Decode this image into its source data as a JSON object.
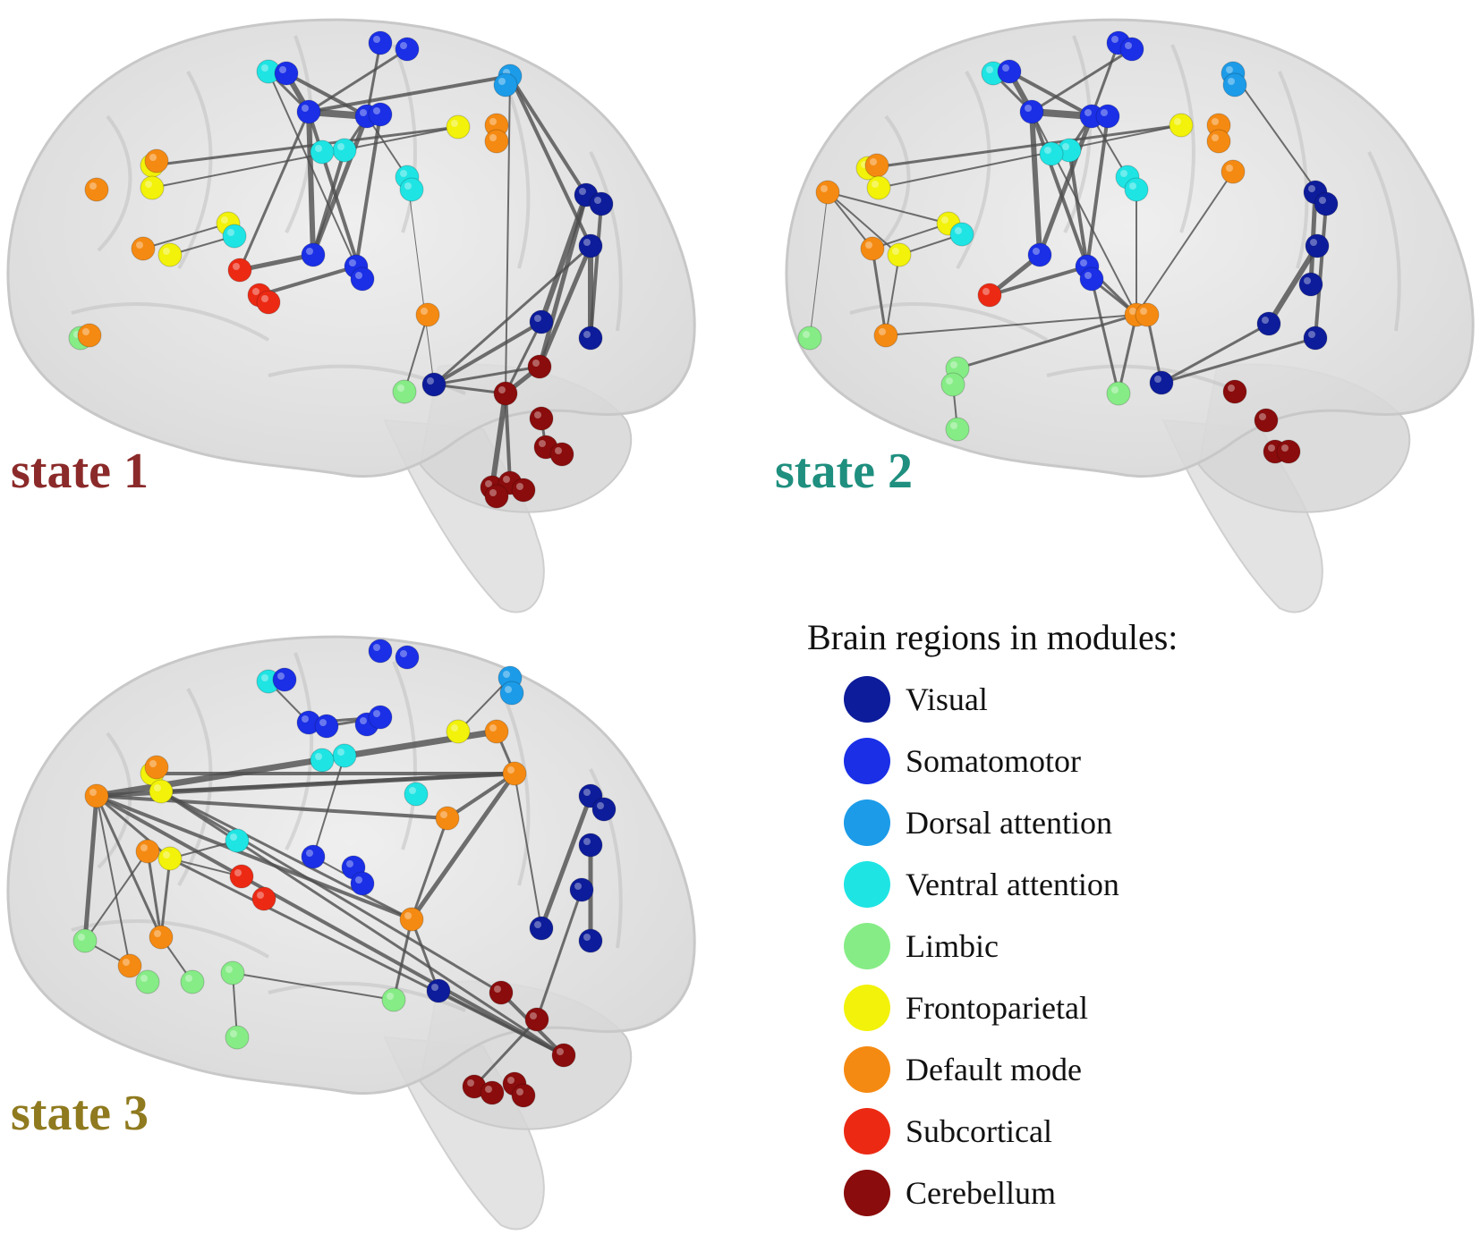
{
  "module_colors": {
    "Visual": "#0d1c9a",
    "Somatomotor": "#1a2fe6",
    "Dorsal attention": "#1c9be8",
    "Ventral attention": "#1fe4e4",
    "Limbic": "#86ec86",
    "Frontoparietal": "#f2f20a",
    "Default mode": "#f58a12",
    "Subcortical": "#ec2a14",
    "Cerebellum": "#8a0c0c"
  },
  "panels": [
    {
      "label": "state 1",
      "label_color": "#8b2a2a"
    },
    {
      "label": "state 2",
      "label_color": "#1f8f7f"
    },
    {
      "label": "state 3",
      "label_color": "#8f7a1f"
    }
  ],
  "legend": {
    "title": "Brain regions in modules:",
    "items": [
      {
        "label": "Visual",
        "color": "#0d1c9a"
      },
      {
        "label": "Somatomotor",
        "color": "#1a2fe6"
      },
      {
        "label": "Dorsal attention",
        "color": "#1c9be8"
      },
      {
        "label": "Ventral attention",
        "color": "#1fe4e4"
      },
      {
        "label": "Limbic",
        "color": "#86ec86"
      },
      {
        "label": "Frontoparietal",
        "color": "#f2f20a"
      },
      {
        "label": "Default mode",
        "color": "#f58a12"
      },
      {
        "label": "Subcortical",
        "color": "#ec2a14"
      },
      {
        "label": "Cerebellum",
        "color": "#8a0c0c"
      }
    ]
  }
}
